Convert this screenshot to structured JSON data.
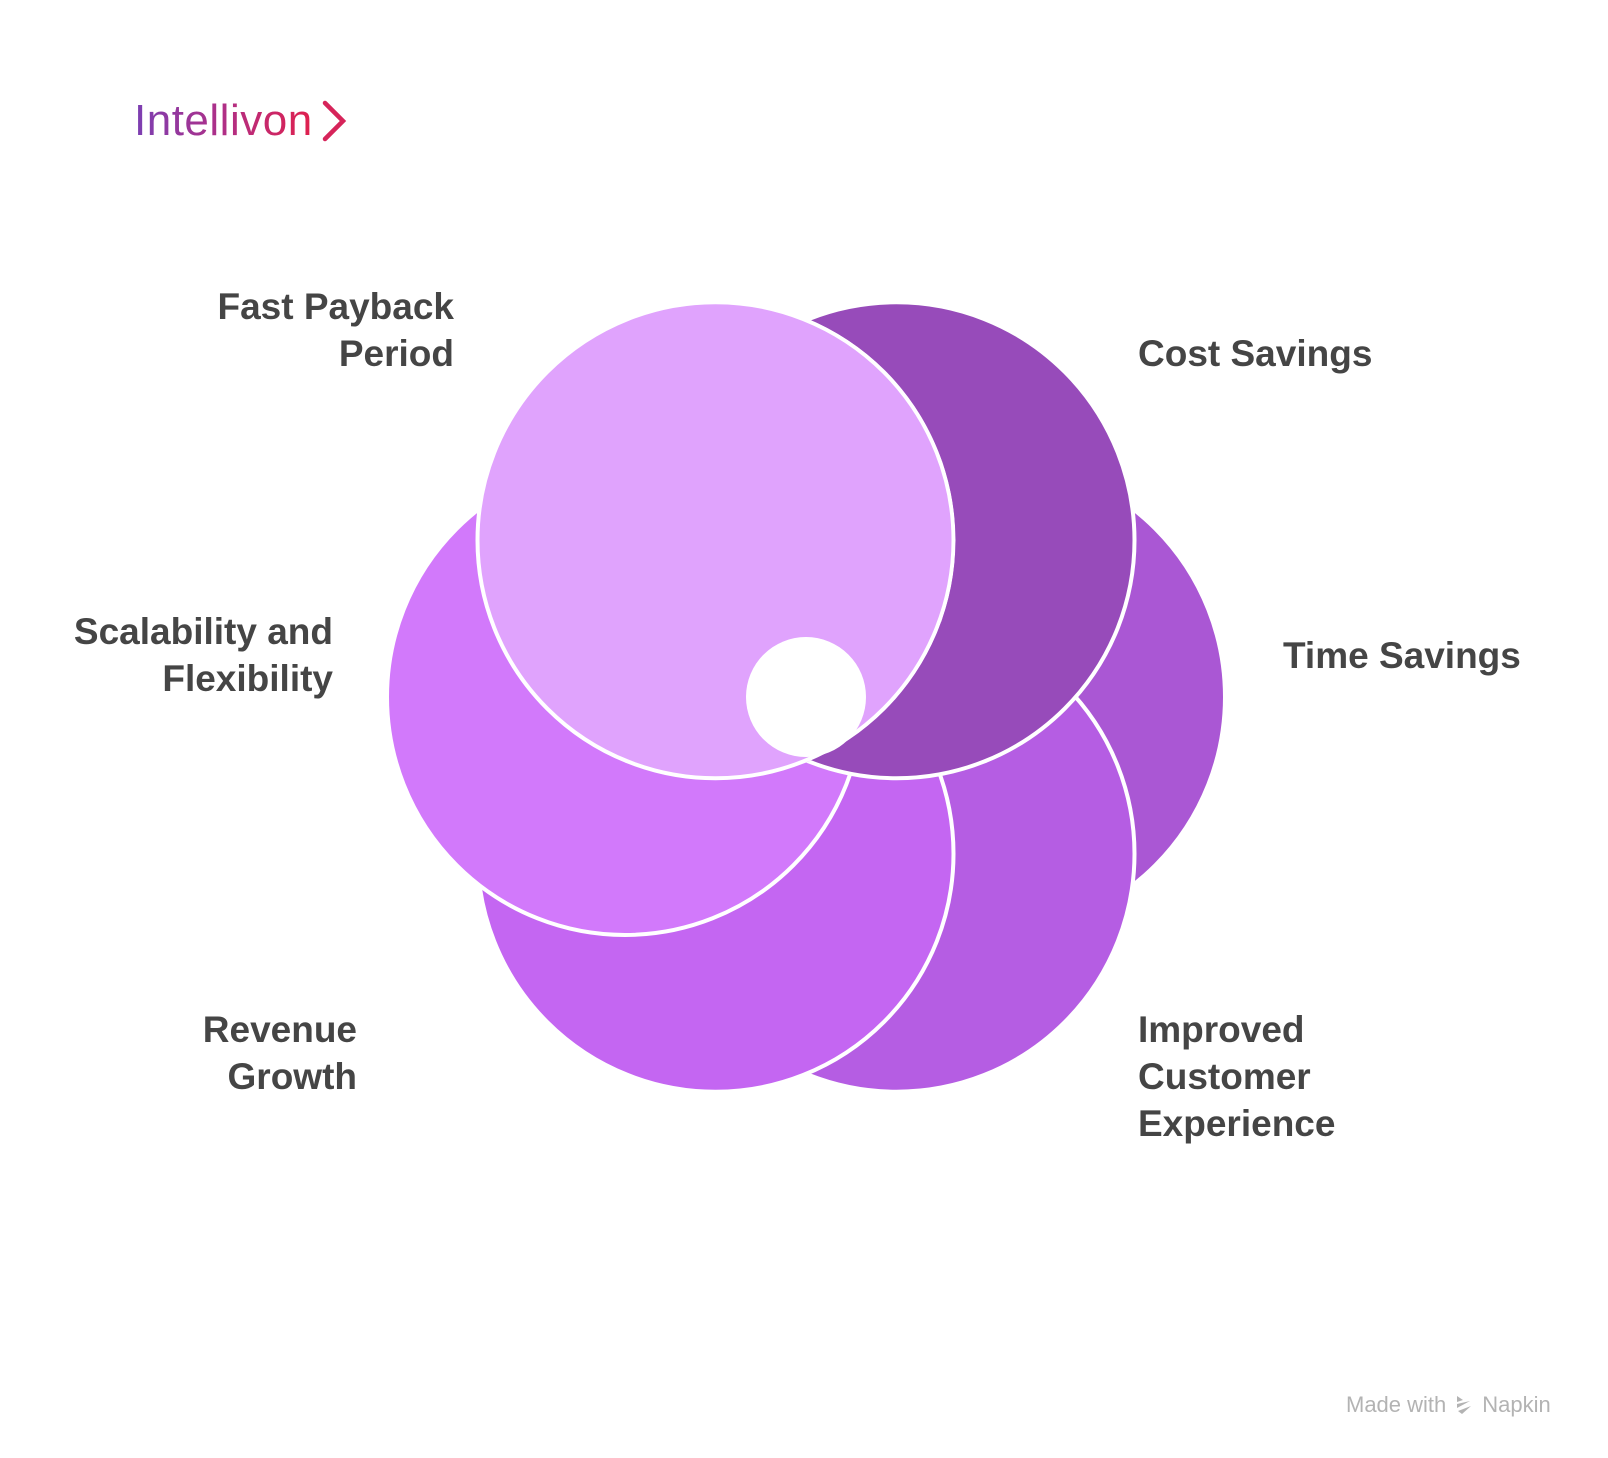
{
  "logo": {
    "text": "Intellivon"
  },
  "petals": [
    {
      "label": "Cost Savings",
      "color": "#974BBA"
    },
    {
      "label": "Time Savings",
      "color": "#AA57D4"
    },
    {
      "label": "Improved\nCustomer\nExperience",
      "color": "#B55DE3"
    },
    {
      "label": "Revenue\nGrowth",
      "color": "#C466F2"
    },
    {
      "label": "Scalability and\nFlexibility",
      "color": "#D279FB"
    },
    {
      "label": "Fast Payback\nPeriod",
      "color": "#E0A3FD"
    }
  ],
  "footer": {
    "made_with": "Made with",
    "brand": "Napkin"
  }
}
